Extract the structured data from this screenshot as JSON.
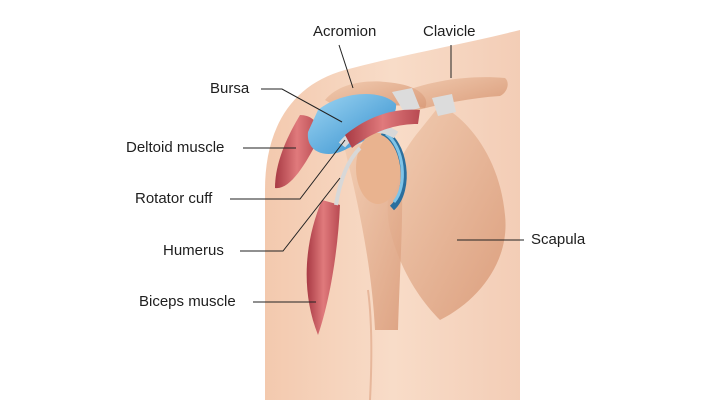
{
  "colors": {
    "skin_light": "#f6d3bd",
    "skin_mid": "#eebfa1",
    "bone": "#e8b898",
    "muscle": "#c8545a",
    "bursa": "#5aaee0",
    "cartilage": "#2b6f9e",
    "leader": "#222222"
  },
  "labels": {
    "acromion": "Acromion",
    "clavicle": "Clavicle",
    "bursa": "Bursa",
    "deltoid": "Deltoid muscle",
    "rotator_cuff": "Rotator cuff",
    "humerus": "Humerus",
    "biceps": "Biceps muscle",
    "scapula": "Scapula"
  }
}
